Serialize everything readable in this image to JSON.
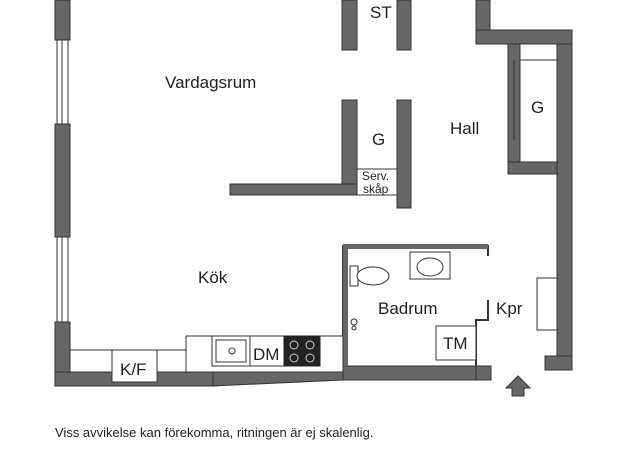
{
  "rooms": {
    "st": "ST",
    "vardagsrum": "Vardagsrum",
    "g_left": "G",
    "hall": "Hall",
    "g_right": "G",
    "serv_line1": "Serv.",
    "serv_line2": "skåp",
    "kok": "Kök",
    "badrum": "Badrum",
    "kpr": "Kpr",
    "kf": "K/F",
    "dm": "DM",
    "tm": "TM"
  },
  "disclaimer": "Viss avvikelse kan förekomma, ritningen är ej skalenlig.",
  "colors": {
    "wall": "#666666",
    "outline": "#333333"
  }
}
